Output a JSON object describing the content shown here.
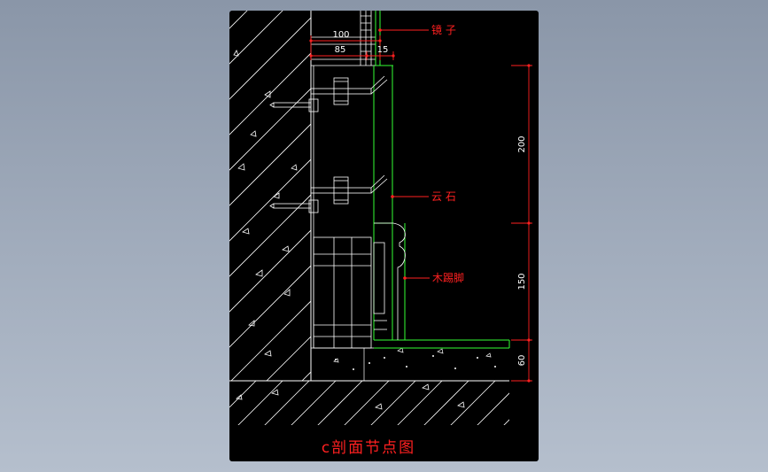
{
  "drawing": {
    "title": "c剖面节点图",
    "labels": {
      "mirror": "镜 子",
      "stone": "云 石",
      "skirting": "木踢脚"
    },
    "dimensions": {
      "top_width": "100",
      "top_left": "85",
      "top_right": "15",
      "height_upper": "200",
      "height_lower": "150",
      "height_base": "60"
    },
    "colors": {
      "background": "#000000",
      "linework": "#ffffff",
      "annotation": "#ff2020",
      "finish_line": "#33ff33"
    }
  }
}
